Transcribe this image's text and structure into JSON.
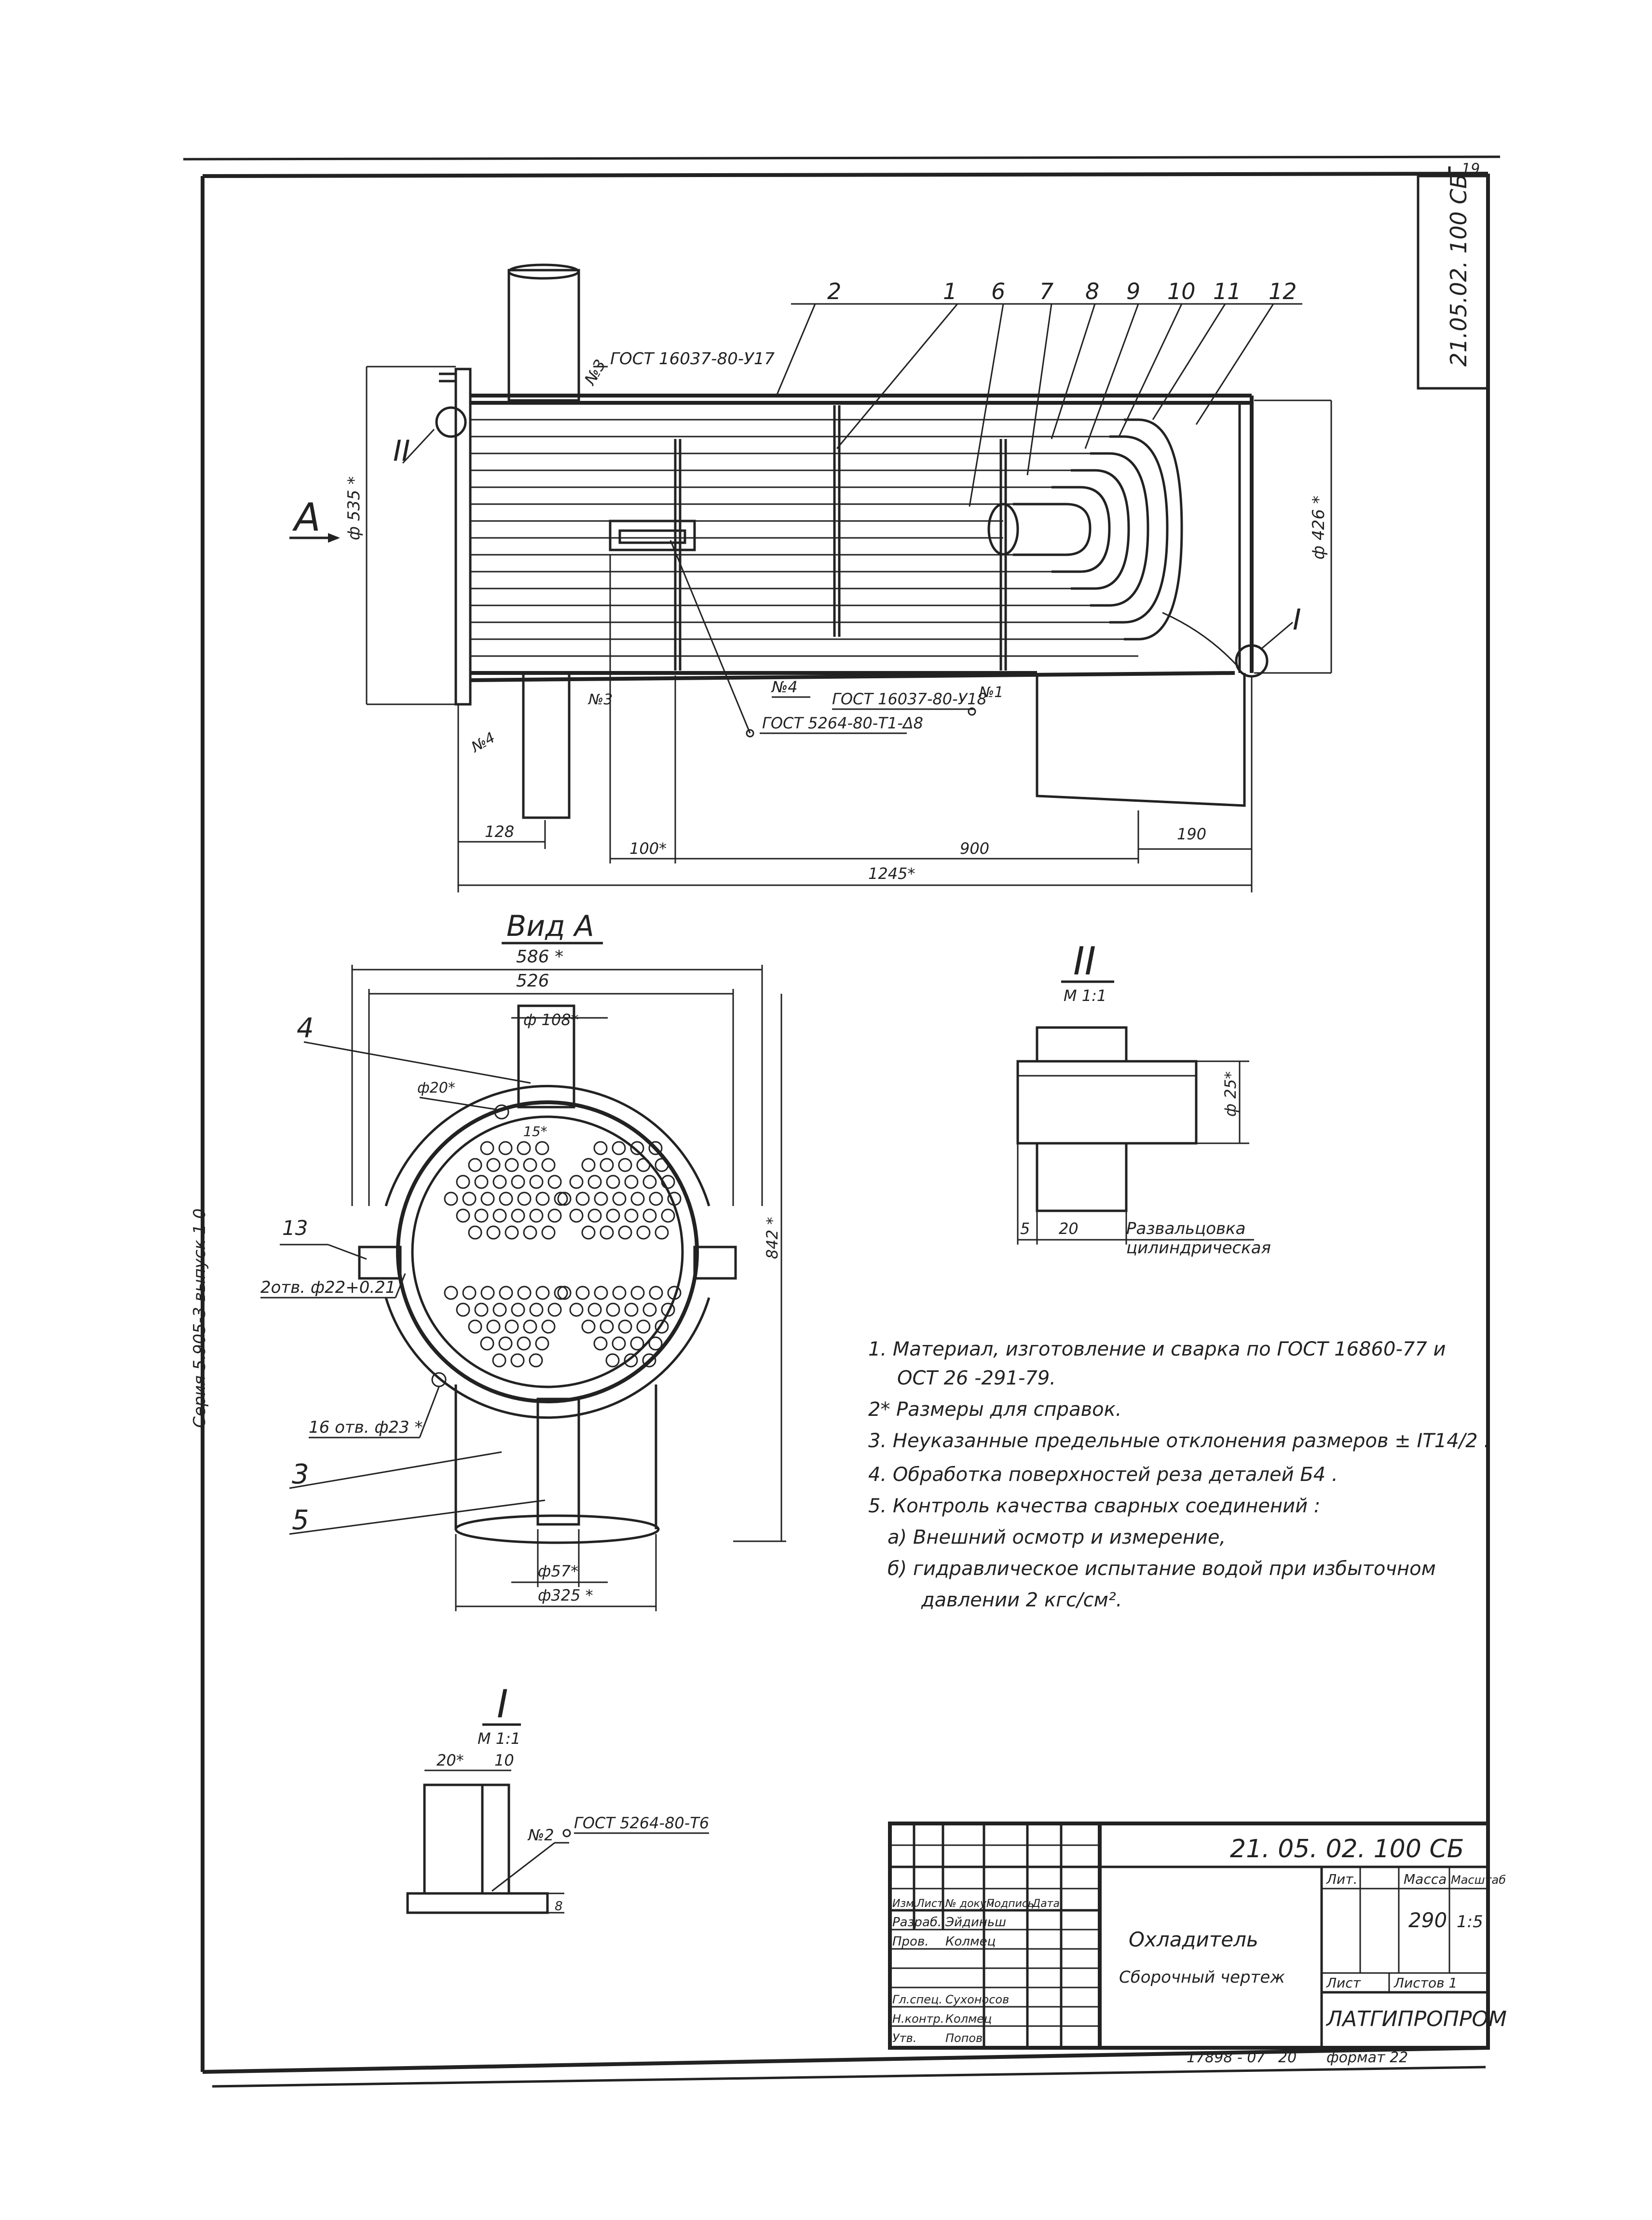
{
  "sheet": {
    "number": "19",
    "side_code": "21.05.02. 100 СБ"
  },
  "main_view": {
    "callouts": [
      "2",
      "1",
      "6",
      "7",
      "8",
      "9",
      "10",
      "11",
      "12"
    ],
    "view_marker": "А",
    "detail_II": "II",
    "detail_I": "I",
    "dia_left": "ф 535 *",
    "dia_right": "ф 426 *",
    "nozzle3_top": "№3",
    "gost_top": "ГОСТ 16037-80-У17",
    "nozzle3_bottom": "№3",
    "nozzle4_left": "№4",
    "nozzle4_mid": "№4",
    "gost_5264": "ГОСТ 5264-80-Т1-Δ8",
    "gost_y18": "ГОСТ 16037-80-У18",
    "nozzle1": "№1",
    "dim_128": "128",
    "dim_100": "100*",
    "dim_900": "900",
    "dim_190": "190",
    "dim_1245": "1245*"
  },
  "view_a": {
    "title": "Вид А",
    "dim_586": "586 *",
    "dim_526": "526",
    "dim_108": "ф 108*",
    "dim_20": "ф20*",
    "dim_15": "15*",
    "dim_842": "842 *",
    "callout_4": "4",
    "callout_13": "13",
    "callout_3": "3",
    "callout_5": "5",
    "holes_22": "2отв. ф22+0.21",
    "holes_23": "16 отв. ф23 *",
    "dim_57": "ф57*",
    "dim_325": "ф325 *"
  },
  "detail_II": {
    "title": "II",
    "scale": "М 1:1",
    "dim_25": "ф 25*",
    "dim_5": "5",
    "dim_20": "20",
    "note_1": "Развальцовка",
    "note_2": "цилиндрическая"
  },
  "detail_I": {
    "title": "I",
    "scale": "М 1:1",
    "dim_20": "20*",
    "dim_10": "10",
    "weld": "№2",
    "gost": "ГОСТ 5264-80-Т6",
    "dim_8": "8"
  },
  "notes": [
    "1. Материал, изготовление и сварка по ГОСТ 16860-77 и",
    "ОСТ 26 -291-79.",
    "2* Размеры для справок.",
    "3. Неуказанные предельные отклонения размеров ± IT14/2 .",
    "4. Обработка поверхностей реза деталей Б4 .",
    "5. Контроль качества сварных соединений :",
    "а) Внешний осмотр и измерение,",
    "б) гидравлическое испытание водой при избыточном",
    "давлении 2 кгс/см²."
  ],
  "title_block": {
    "doc_code": "21. 05. 02. 100 СБ",
    "name": "Охладитель",
    "subtitle": "Сборочный чертеж",
    "col_heads": [
      "Изм.",
      "Лист",
      "№ докум.",
      "Подпись",
      "Дата"
    ],
    "roles": [
      {
        "role": "Разраб.",
        "name": "Эйдиньш"
      },
      {
        "role": "Пров.",
        "name": "Колмец"
      },
      {
        "role": "Гл.спец.",
        "name": "Сухоносов"
      },
      {
        "role": "Н.контр.",
        "name": "Колмец"
      },
      {
        "role": "Утв.",
        "name": "Попов"
      }
    ],
    "lit": "Лит.",
    "mass_head": "Масса",
    "scale_head": "Масштаб",
    "mass": "290",
    "scale": "1:5",
    "sheet": "Лист",
    "sheets": "Листов 1",
    "org": "ЛАТГИПРОПРОМ",
    "bottom_num": "17898 - 07",
    "bottom_20": "20",
    "format": "формат 22"
  },
  "margin_text": "Серия 5.905-3 выпуск 1 0"
}
